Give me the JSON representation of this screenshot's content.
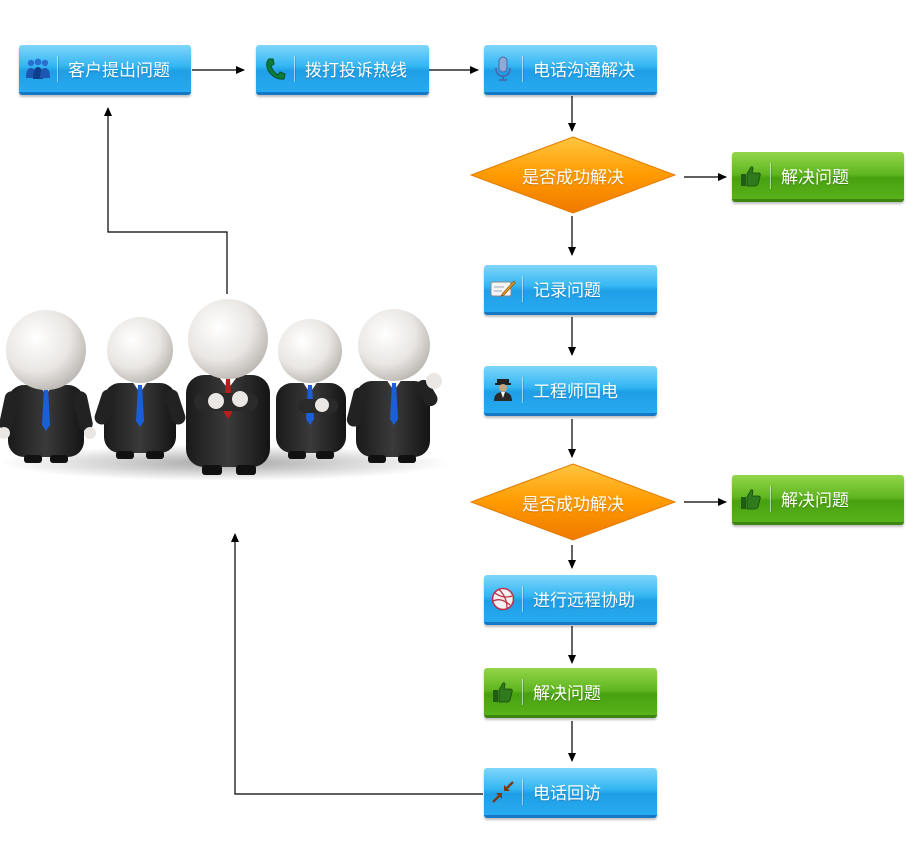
{
  "nodes": {
    "customer_question": "客户提出问题",
    "dial_hotline": "拨打投诉热线",
    "phone_solve": "电话沟通解决",
    "decision_1": "是否成功解决",
    "solved_1": "解决问题",
    "record_issue": "记录问题",
    "engineer_callback": "工程师回电",
    "decision_2": "是否成功解决",
    "solved_2": "解决问题",
    "remote_assist": "进行远程协助",
    "solved_3": "解决问题",
    "phone_followup": "电话回访"
  },
  "icons": {
    "customer_question": "people-icon",
    "dial_hotline": "phone-icon",
    "phone_solve": "microphone-icon",
    "solved": "thumbs-up-icon",
    "record_issue": "note-pencil-icon",
    "engineer_callback": "engineer-icon",
    "remote_assist": "dribbble-ball-icon",
    "phone_followup": "collapse-arrows-icon"
  },
  "colors": {
    "blue_node": "#27aaf0",
    "green_node": "#58b21a",
    "decision": "#ff9a00",
    "arrow": "#000000"
  }
}
